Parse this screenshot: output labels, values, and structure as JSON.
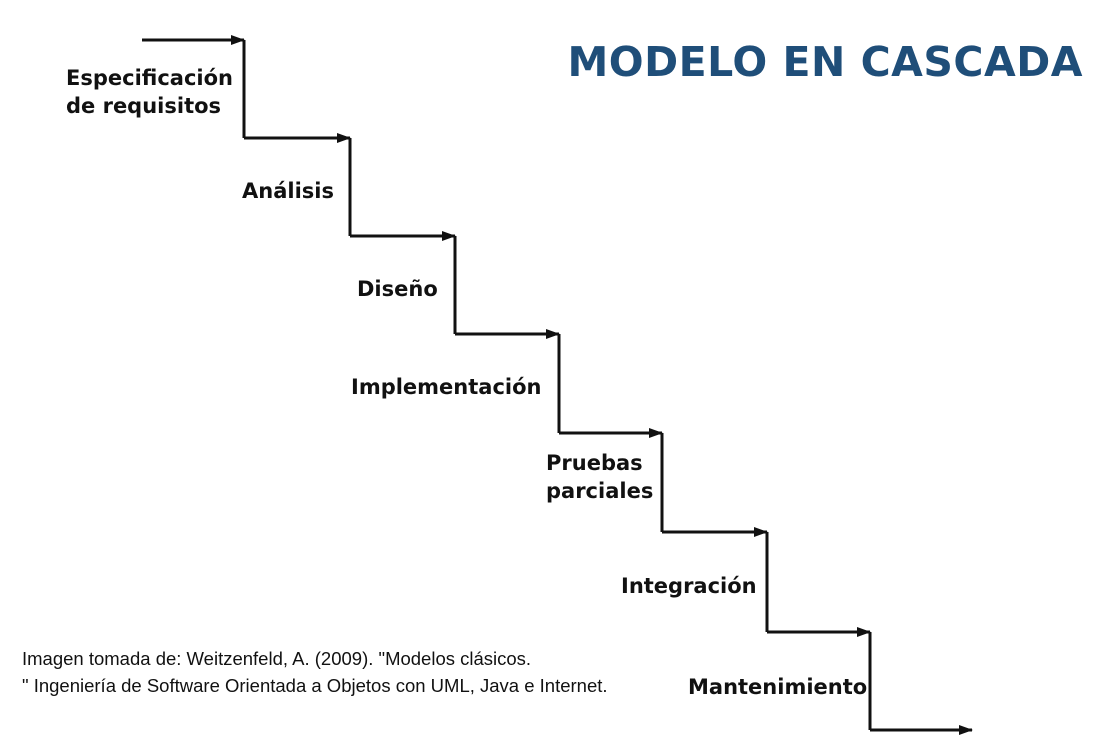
{
  "title": "MODELO EN CASCADA",
  "colors": {
    "title": "#1f4e79",
    "lines": "#111111"
  },
  "stages": [
    {
      "lines": [
        "Especificación",
        "de requisitos"
      ]
    },
    {
      "lines": [
        "Análisis"
      ]
    },
    {
      "lines": [
        "Diseño"
      ]
    },
    {
      "lines": [
        "Implementación"
      ]
    },
    {
      "lines": [
        "Pruebas",
        "parciales"
      ]
    },
    {
      "lines": [
        "Integración"
      ]
    },
    {
      "lines": [
        "Mantenimiento"
      ]
    }
  ],
  "credit": {
    "line1": "Imagen tomada de: Weitzenfeld, A. (2009). \"Modelos clásicos.",
    "line2": "\" Ingeniería de Software Orientada a Objetos con UML, Java e Internet."
  }
}
